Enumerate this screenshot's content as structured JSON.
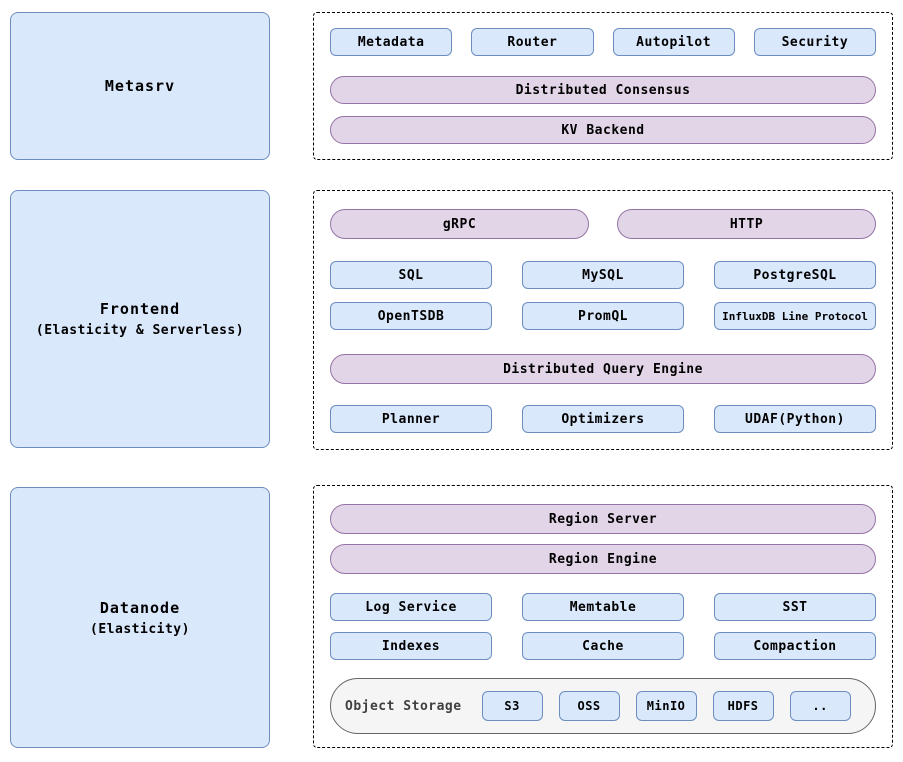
{
  "left_nodes": [
    {
      "title": "Metasrv"
    },
    {
      "title": "Frontend",
      "subtitle": "(Elasticity & Serverless)"
    },
    {
      "title": "Datanode",
      "subtitle": "(Elasticity)"
    }
  ],
  "metasrv_panel": {
    "components": [
      "Metadata",
      "Router",
      "Autopilot",
      "Security"
    ],
    "consensus_pill": "Distributed Consensus",
    "kv_pill": "KV Backend"
  },
  "frontend_panel": {
    "protocols": [
      "gRPC",
      "HTTP"
    ],
    "query_languages_row1": [
      "SQL",
      "MySQL",
      "PostgreSQL"
    ],
    "query_languages_row2": [
      "OpenTSDB",
      "PromQL",
      "InfluxDB Line Protocol"
    ],
    "engine_pill": "Distributed Query Engine",
    "engine_components": [
      "Planner",
      "Optimizers",
      "UDAF(Python)"
    ]
  },
  "datanode_panel": {
    "region_server_pill": "Region Server",
    "region_engine_pill": "Region Engine",
    "storage_row1": [
      "Log Service",
      "Memtable",
      "SST"
    ],
    "storage_row2": [
      "Indexes",
      "Cache",
      "Compaction"
    ],
    "object_storage": {
      "label": "Object Storage",
      "backends": [
        "S3",
        "OSS",
        "MinIO",
        "HDFS",
        ".."
      ]
    }
  },
  "colors": {
    "node_fill": "#dae8fc",
    "node_border": "#6c8ebf",
    "pill_fill": "#e1d5e7",
    "pill_border": "#9673a6",
    "storage_fill": "#f5f5f5",
    "storage_border": "#666666",
    "dashed_border": "#000000"
  }
}
